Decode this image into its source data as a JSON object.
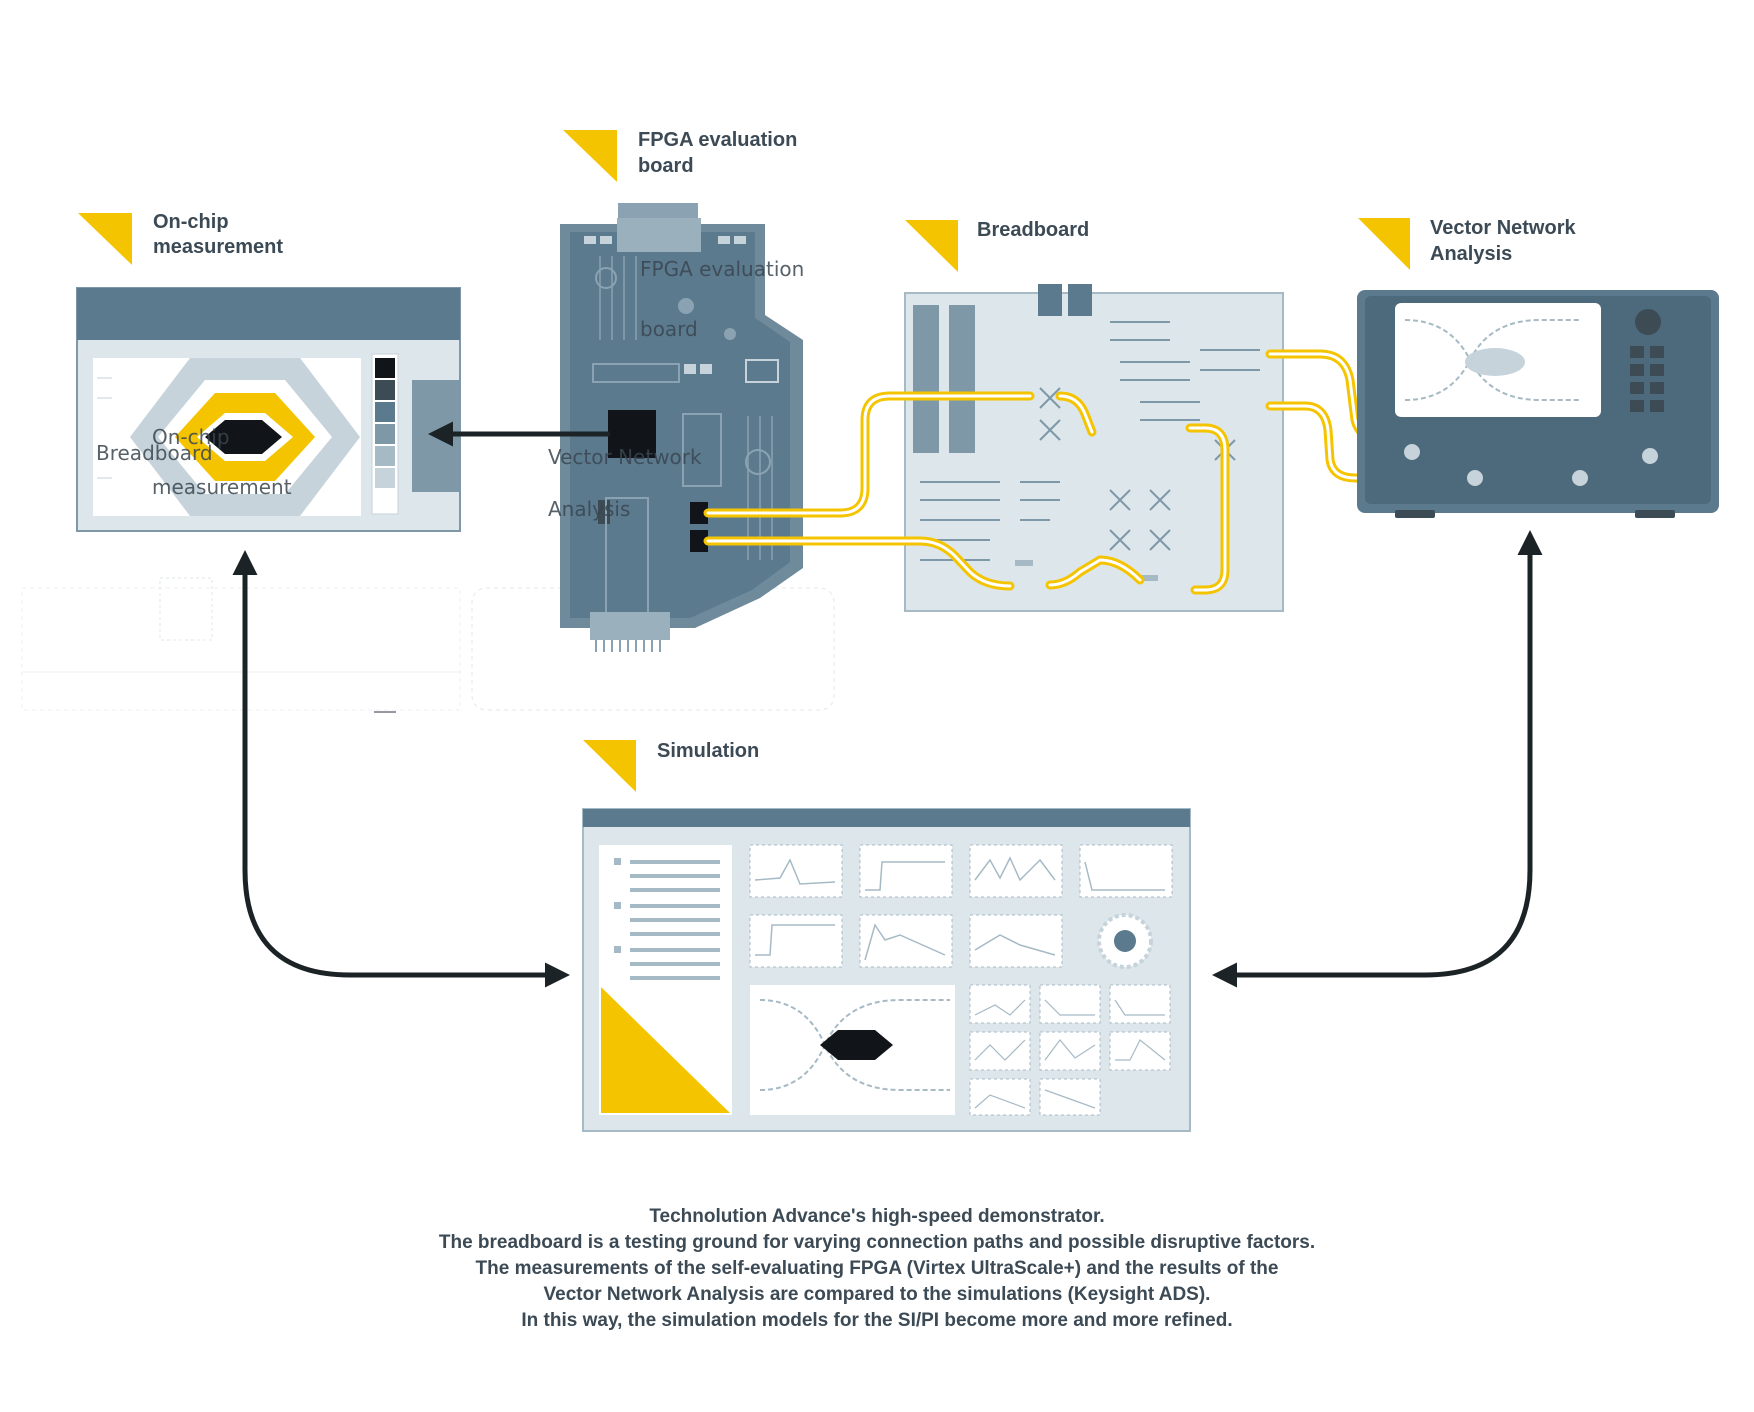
{
  "labels": {
    "fpga": [
      "FPGA evaluation",
      "board"
    ],
    "onchip": [
      "On-chip",
      "measurement"
    ],
    "breadboard": [
      "Breadboard"
    ],
    "vna": [
      "Vector Network",
      "Analysis"
    ],
    "simulation": [
      "Simulation"
    ]
  },
  "caption": [
    "Technolution Advance's high-speed demonstrator.",
    "The breadboard is a testing ground for varying connection paths and possible disruptive factors.",
    "The measurements of the self-evaluating FPGA (Virtex UltraScale+) and the results of the",
    "Vector Network Analysis are compared to the simulations (Keysight ADS).",
    "In this way, the simulation models for the SI/PI become more and more refined."
  ],
  "colors": {
    "accent_yellow": "#f5c400",
    "slate": "#5b7a8e",
    "slate_dark": "#4d6a7c",
    "panel_light": "#dde6ea",
    "ink": "#1c2326",
    "text": "#3c4a55"
  }
}
